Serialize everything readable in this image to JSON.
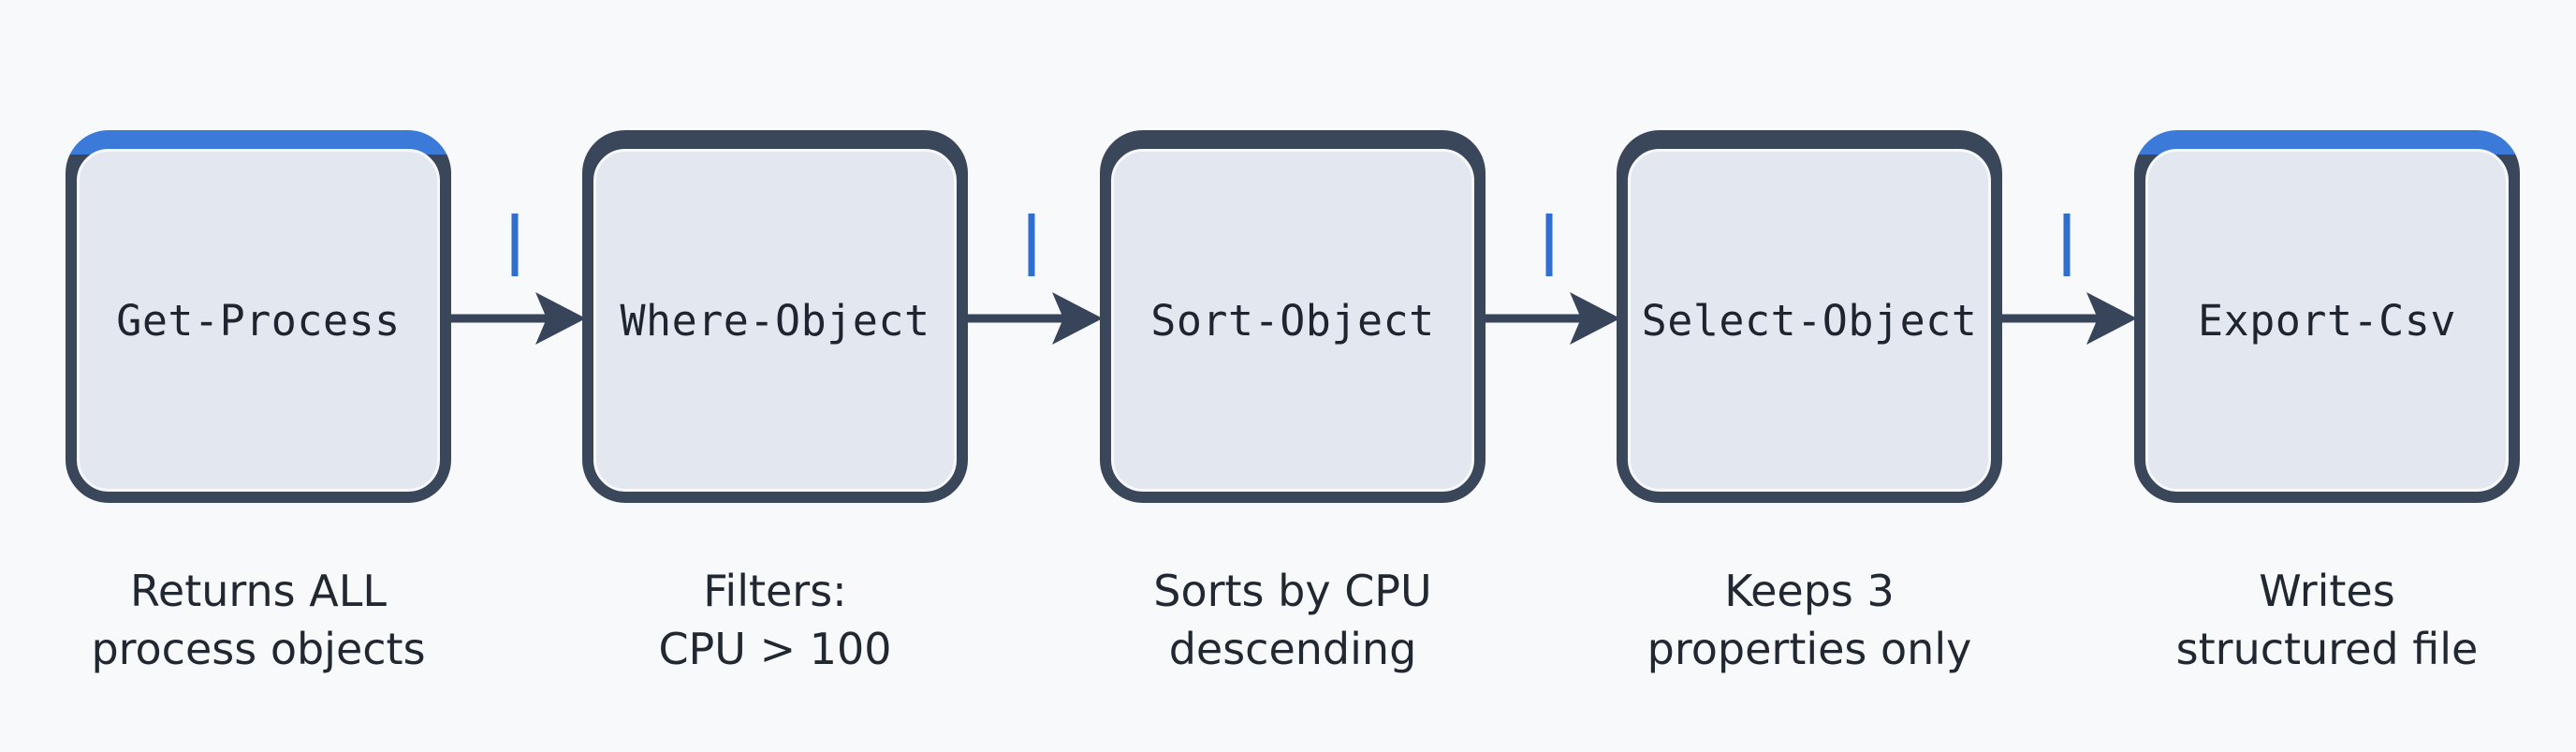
{
  "colors": {
    "background": "#f8f9fb",
    "box_border": "#3a465a",
    "box_fill": "#e3e7ef",
    "accent_blue": "#3b7ad8",
    "arrow": "#37445a",
    "pipe_mark": "#2f6fd1"
  },
  "pipeline": {
    "steps": [
      {
        "command": "Get-Process",
        "description": [
          "Returns ALL",
          "process objects"
        ],
        "accent_top": true
      },
      {
        "command": "Where-Object",
        "description": [
          "Filters:",
          "CPU > 100"
        ],
        "accent_top": false
      },
      {
        "command": "Sort-Object",
        "description": [
          "Sorts by CPU",
          "descending"
        ],
        "accent_top": false
      },
      {
        "command": "Select-Object",
        "description": [
          "Keeps 3",
          "properties only"
        ],
        "accent_top": false
      },
      {
        "command": "Export-Csv",
        "description": [
          "Writes",
          "structured file"
        ],
        "accent_top": true
      }
    ],
    "connectors": [
      {
        "symbol": "|",
        "from": "Get-Process",
        "to": "Where-Object"
      },
      {
        "symbol": "|",
        "from": "Where-Object",
        "to": "Sort-Object"
      },
      {
        "symbol": "|",
        "from": "Sort-Object",
        "to": "Select-Object"
      },
      {
        "symbol": "|",
        "from": "Select-Object",
        "to": "Export-Csv"
      }
    ]
  }
}
